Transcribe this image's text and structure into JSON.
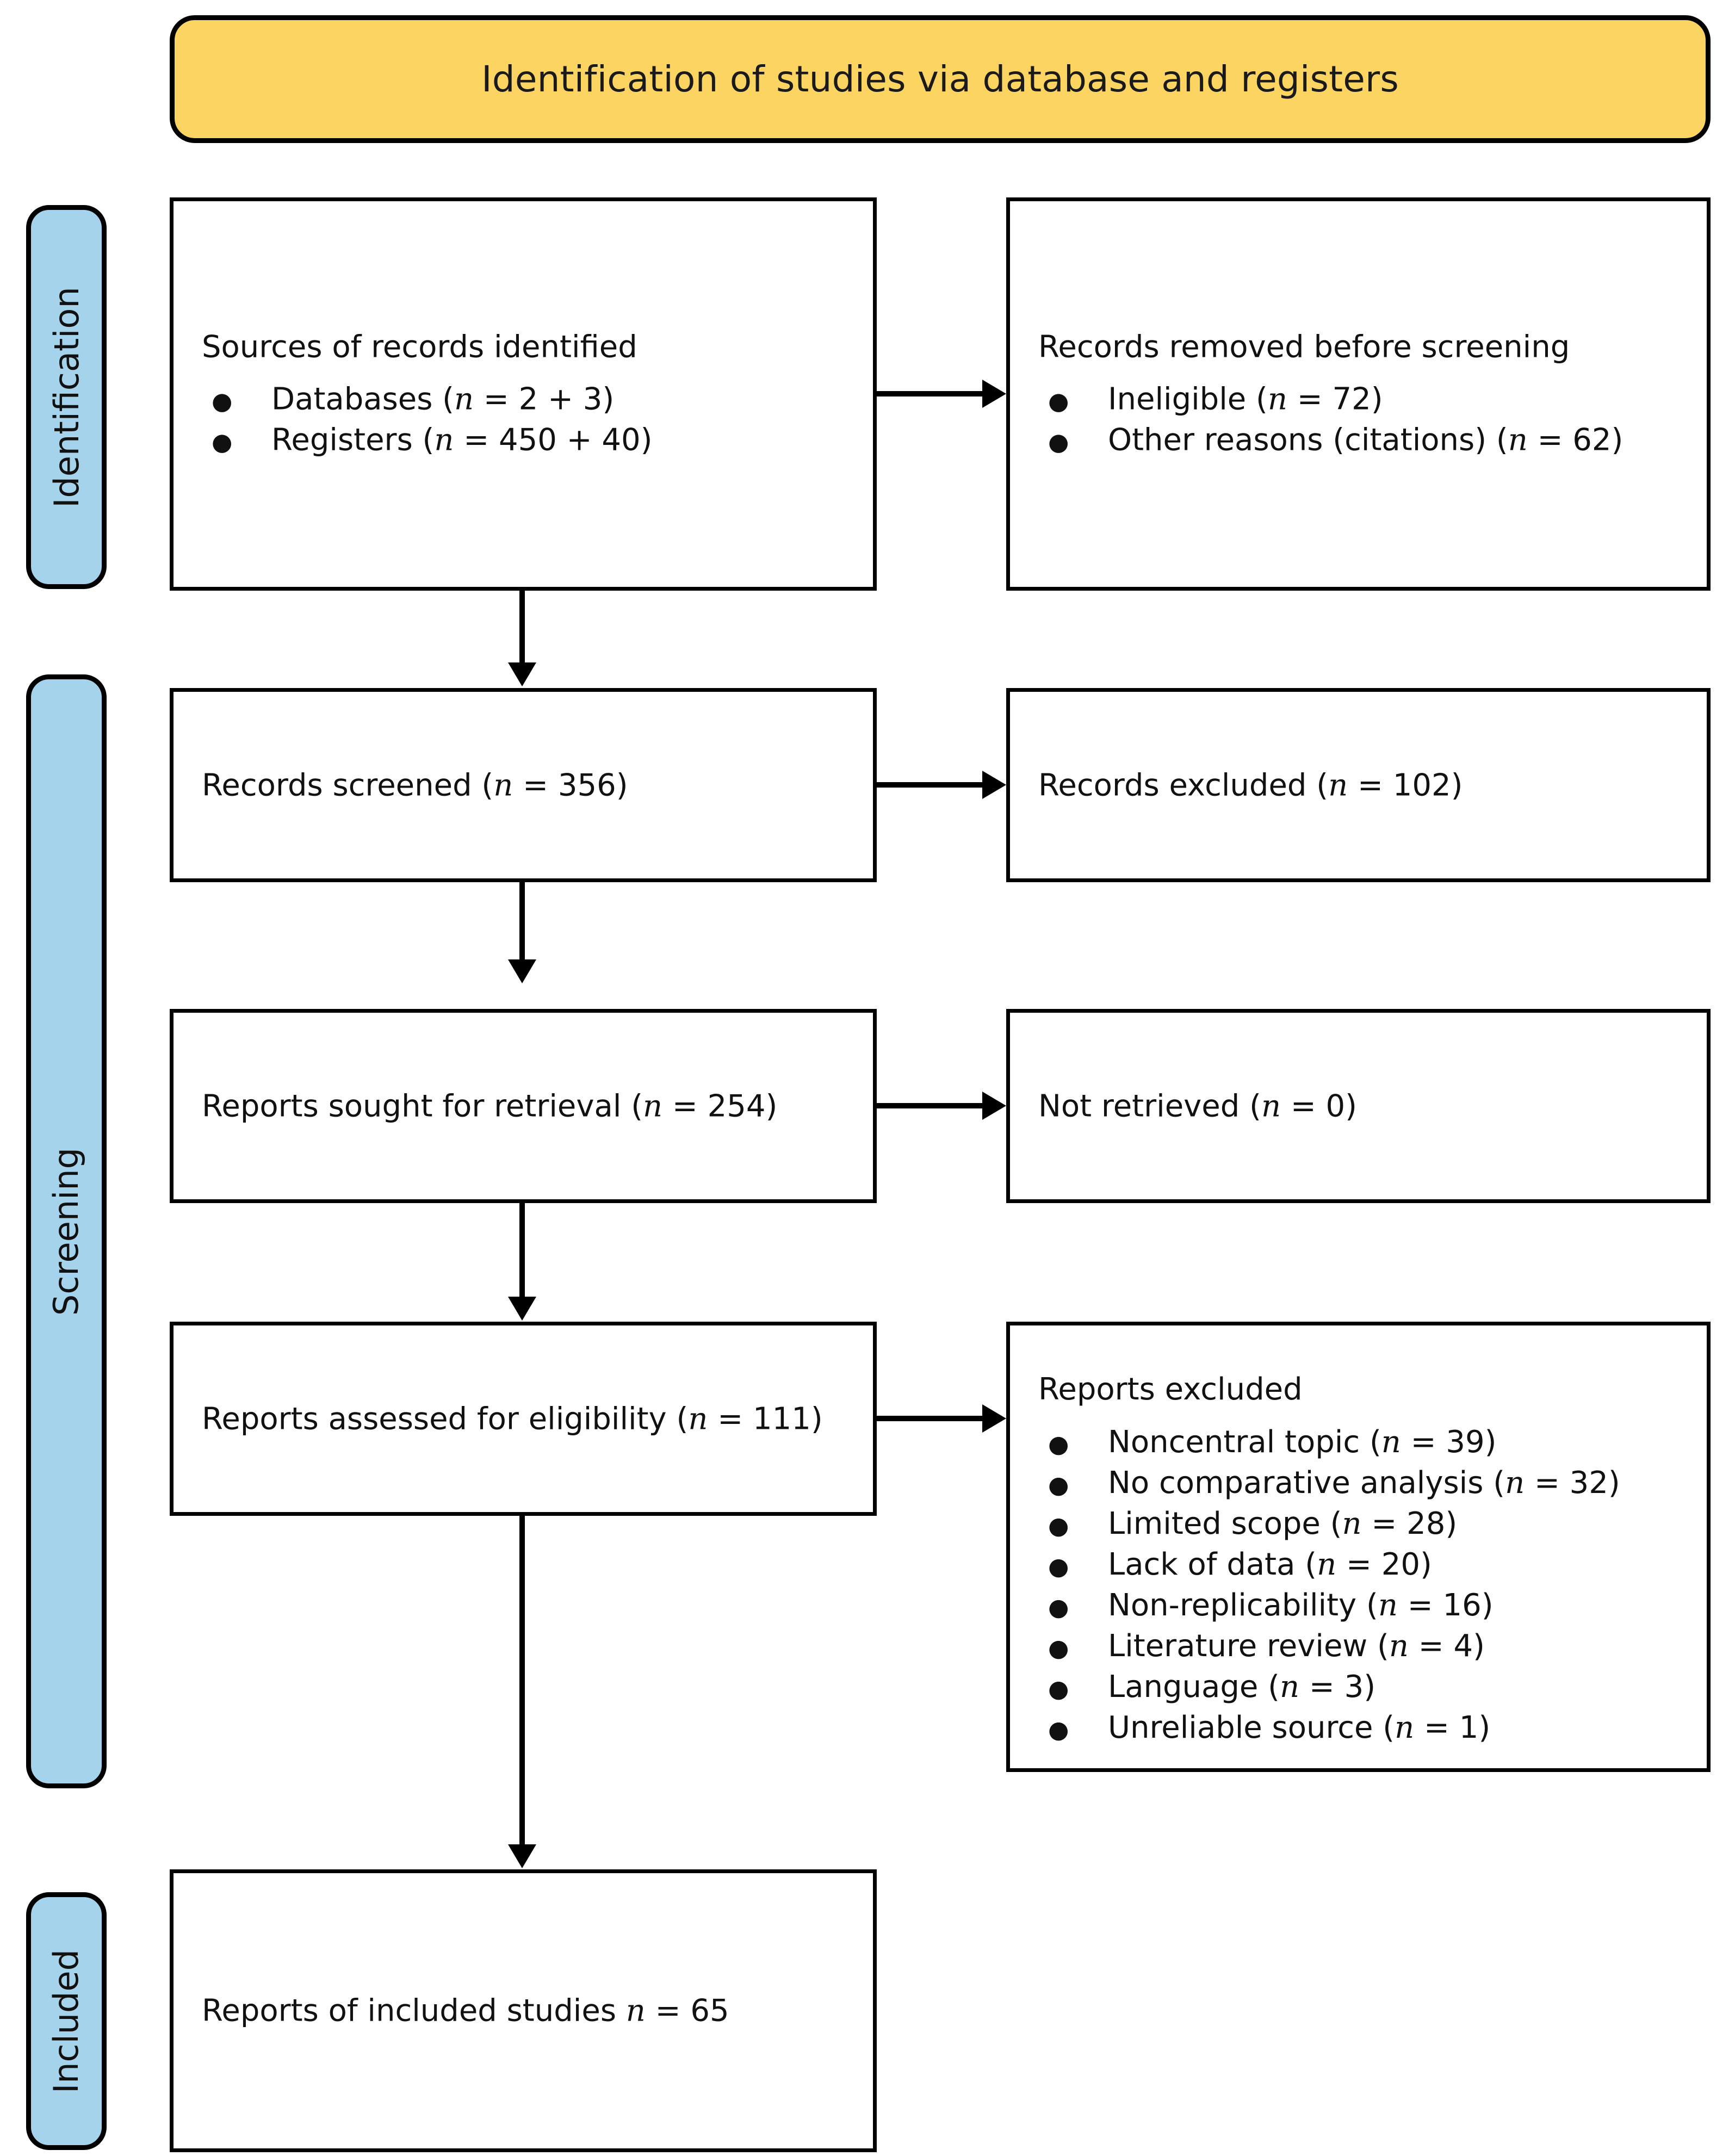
{
  "title": {
    "text": "Identification of studies via database and registers"
  },
  "stages": [
    {
      "id": "identification",
      "label": "Identification"
    },
    {
      "id": "screening",
      "label": "Screening"
    },
    {
      "id": "included",
      "label": "Included"
    }
  ],
  "colors": {
    "title_fill": "#FCD462",
    "stage_fill": "#A6D3EC",
    "border": "#000000",
    "node_fill": "#FFFFFF"
  },
  "nodes": {
    "sources": {
      "heading": "Sources of records identified",
      "items": [
        "Databases (n = 2 + 3)",
        "Registers (n = 450 + 40)"
      ]
    },
    "removed": {
      "heading": "Records removed before screening",
      "items": [
        "Ineligible (n = 72)",
        "Other reasons (citations) (n = 62)"
      ]
    },
    "screened": {
      "text": "Records screened (n = 356)"
    },
    "excluded": {
      "text": "Records excluded (n = 102)"
    },
    "sought": {
      "text": "Reports sought for retrieval (n = 254)"
    },
    "not_retrieved": {
      "text": "Not retrieved (n = 0)"
    },
    "assessed": {
      "text": "Reports assessed for eligibility (n = 111)"
    },
    "reports_excluded": {
      "heading": "Reports excluded",
      "items": [
        "Noncentral topic (n = 39)",
        "No comparative analysis (n = 32)",
        "Limited scope (n = 28)",
        "Lack of data (n = 20)",
        "Non-replicability (n = 16)",
        "Literature review (n = 4)",
        "Language (n = 3)",
        "Unreliable source (n = 1)"
      ]
    },
    "included": {
      "text": "Reports of included studies n = 65"
    }
  },
  "bullet_glyph": "●",
  "flow_counts": {
    "databases": "2 + 3",
    "registers": "450 + 40",
    "ineligible": 72,
    "other_reasons_citations": 62,
    "records_screened": 356,
    "records_excluded": 102,
    "reports_sought": 254,
    "not_retrieved": 0,
    "reports_assessed": 111,
    "reports_included": 65,
    "excluded_reasons": {
      "noncentral_topic": 39,
      "no_comparative_analysis": 32,
      "limited_scope": 28,
      "lack_of_data": 20,
      "non_replicability": 16,
      "literature_review": 4,
      "language": 3,
      "unreliable_source": 1
    }
  }
}
